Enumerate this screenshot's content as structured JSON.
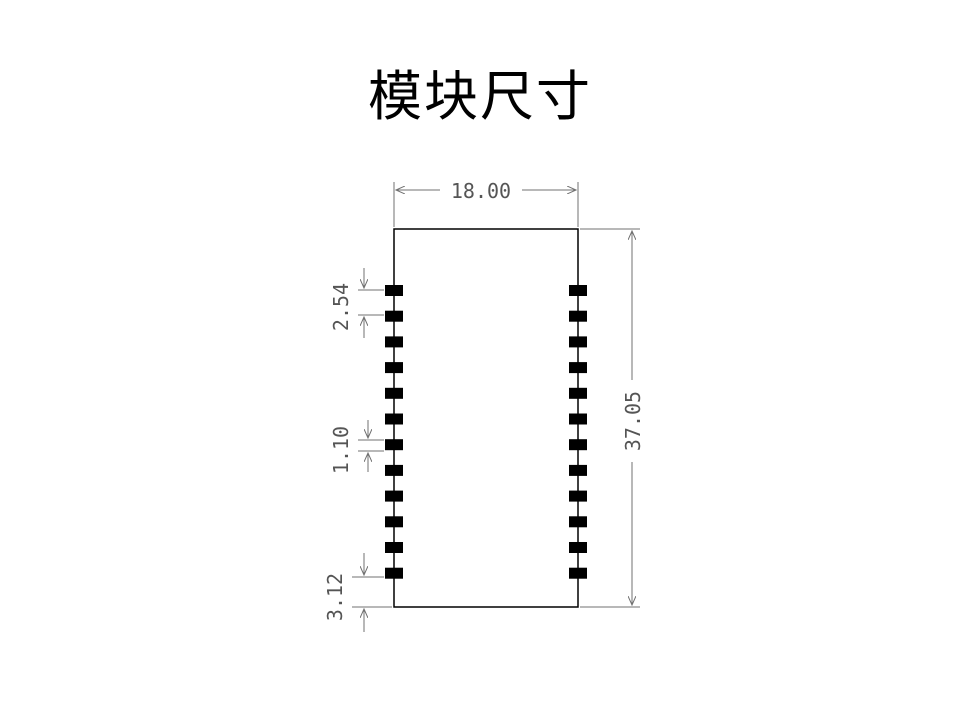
{
  "title": "模块尺寸",
  "colors": {
    "outline": "#000000",
    "pad": "#000000",
    "dimension": "#707070",
    "dimension_text": "#555555"
  },
  "dimensions": {
    "width": "18.00",
    "height": "37.05",
    "pin_pitch": "2.54",
    "pad_gap": "1.10",
    "bottom_offset": "3.12"
  },
  "pads": {
    "per_side": 12
  }
}
